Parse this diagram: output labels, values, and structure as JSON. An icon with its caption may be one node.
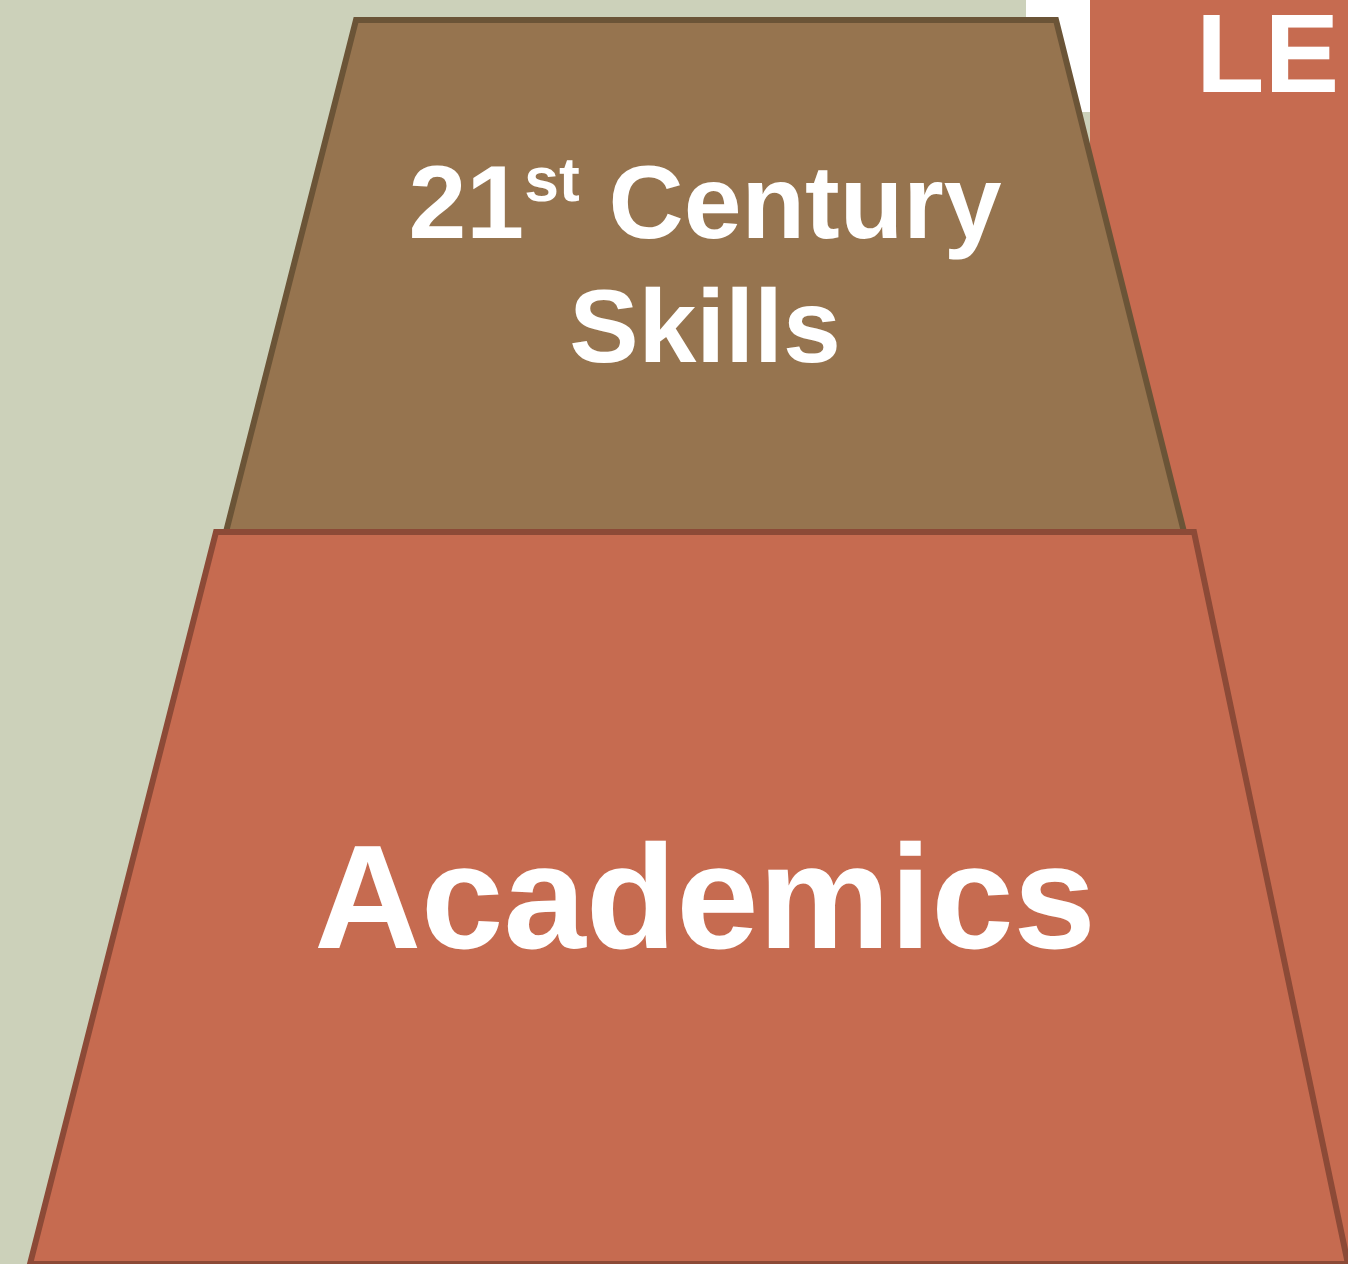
{
  "diagram": {
    "nodes": [
      {
        "text": [
          "21$^{st}$ Century Skills"
        ]
      },
      {
        "text": [
          "Academics"
        ]
      }
    ],
    "labels": [
      "LE"
    ]
  }
}
